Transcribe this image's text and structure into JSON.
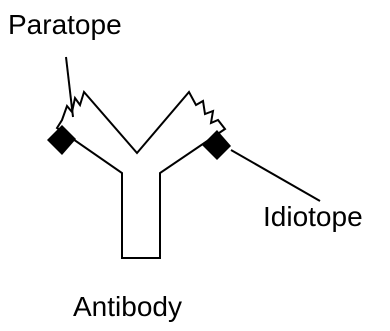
{
  "diagram": {
    "labels": {
      "paratope": "Paratope",
      "idiotope": "Idiotope",
      "antibody": "Antibody"
    },
    "colors": {
      "stroke": "#000000",
      "fill": "#ffffff",
      "marker": "#000000"
    }
  }
}
